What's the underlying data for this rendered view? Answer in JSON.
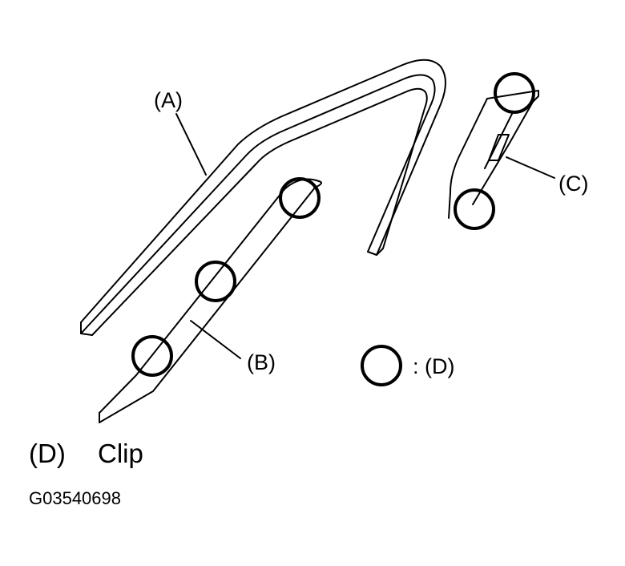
{
  "callouts": {
    "a": "(A)",
    "b": "(B)",
    "c": "(C)"
  },
  "legend": {
    "symbol_meaning": ": (D)",
    "code": "(D)",
    "name": "Clip"
  },
  "figure_id": "G03540698",
  "colors": {
    "line": "#000000",
    "background": "#ffffff"
  }
}
